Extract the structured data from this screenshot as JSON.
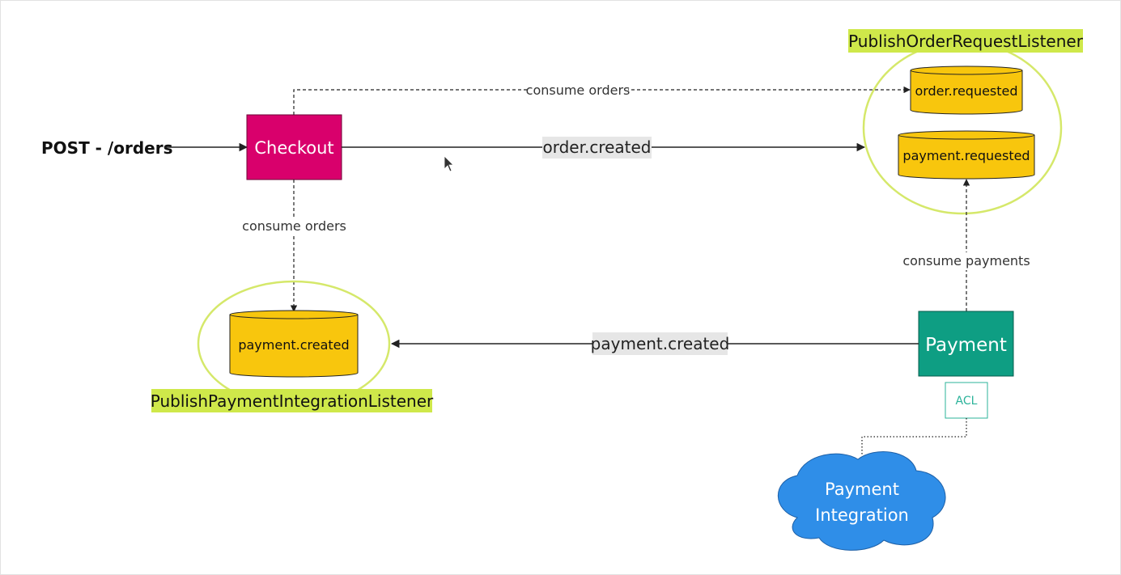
{
  "diagram": {
    "entry": {
      "label": "POST - /orders"
    },
    "services": {
      "checkout": {
        "label": "Checkout",
        "color": "#d9006c"
      },
      "payment": {
        "label": "Payment",
        "color": "#0e9e83"
      }
    },
    "listeners": {
      "order_request": {
        "label": "PublishOrderRequestListener",
        "highlight": "#cfe84a"
      },
      "payment_integration": {
        "label": "PublishPaymentIntegrationListener",
        "highlight": "#cfe84a"
      }
    },
    "topics": {
      "order_requested": "order.requested",
      "payment_requested": "payment.requested",
      "payment_created_queue": "payment.created"
    },
    "edges": {
      "order_created": "order.created",
      "payment_created": "payment.created",
      "consume_orders_top": "consume orders",
      "consume_orders_down": "consume orders",
      "consume_payments": "consume payments"
    },
    "acl": {
      "label": "ACL",
      "color": "#2bb39a"
    },
    "external": {
      "line1": "Payment",
      "line2": "Integration",
      "color": "#2f8ee8"
    },
    "colors": {
      "topic_fill": "#f8c60d",
      "listener_ring": "#d5e86a",
      "edge_label_bg": "#e6e6e6",
      "line": "#222222"
    }
  }
}
